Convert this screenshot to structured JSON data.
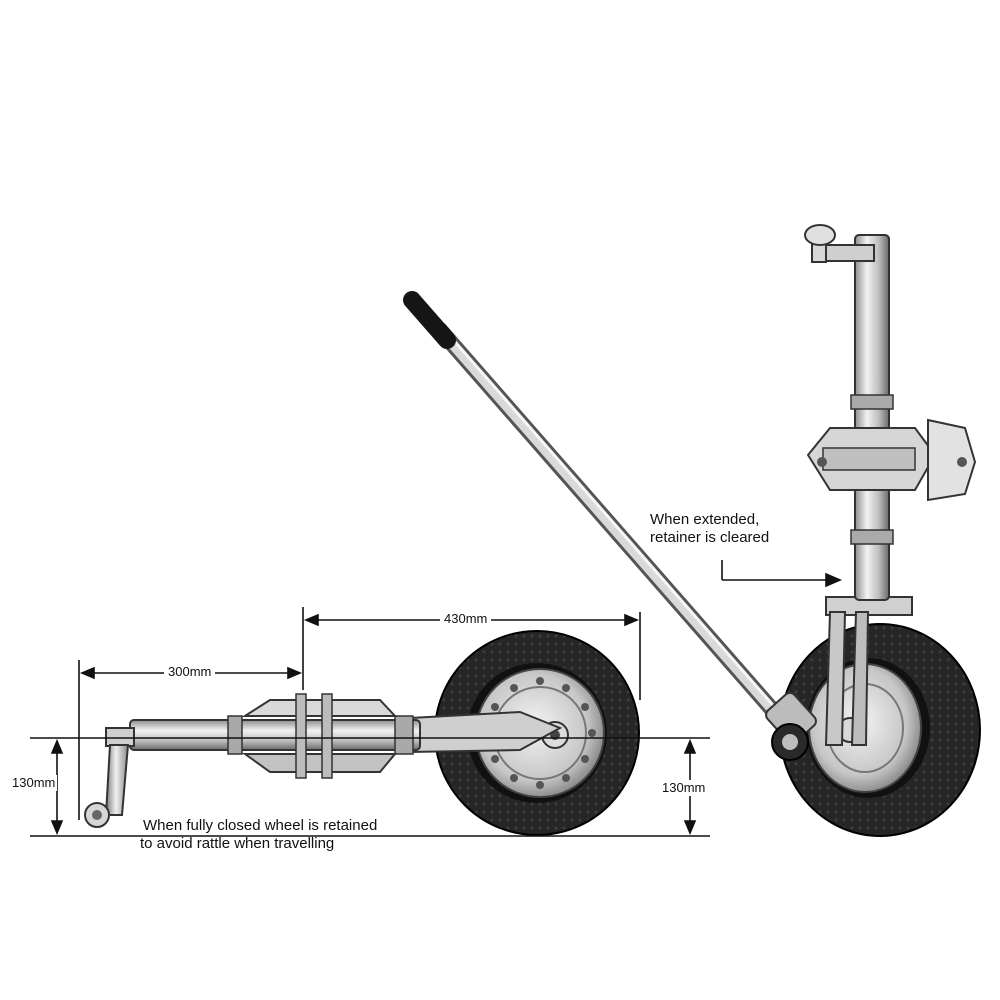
{
  "dimensions": {
    "length_handle": "300mm",
    "length_mount": "430mm",
    "height_left": "130mm",
    "height_right": "130mm"
  },
  "notes": {
    "extended_line1": "When extended,",
    "extended_line2": "retainer is cleared",
    "closed_line1": "When fully closed wheel is retained",
    "closed_line2": "to avoid rattle when travelling"
  },
  "colors": {
    "line": "#111111",
    "metal_light": "#e4e4e4",
    "metal_mid": "#b9b9b9",
    "metal_dark": "#6f6f6f",
    "tyre": "#1e1e1e"
  },
  "icons": {
    "closed_jockey_wheel": "jockey-wheel-closed-illustration",
    "extended_jockey_wheel": "jockey-wheel-extended-illustration"
  }
}
